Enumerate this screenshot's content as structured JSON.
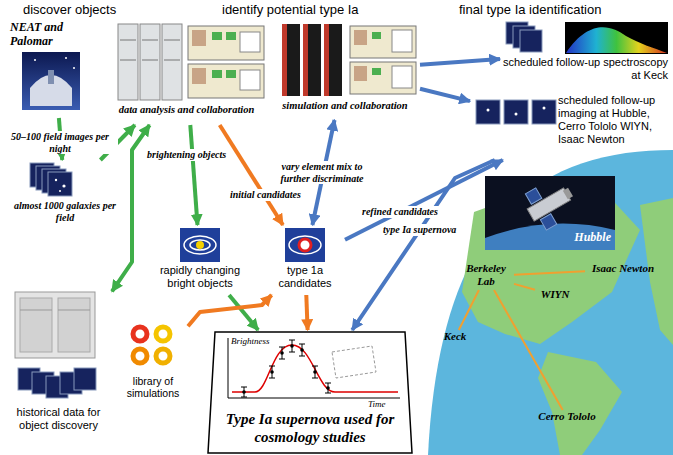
{
  "diagram": {
    "nodes": [
      {
        "text": [
          "NEAT and Palomar"
        ]
      },
      {
        "text": [
          "almost 1000 galaxies per field"
        ]
      },
      {
        "text": [
          "historical data for object discovery"
        ]
      },
      {
        "text": [
          "data analysis and collaboration"
        ]
      },
      {
        "text": [
          "simulation and collaboration"
        ]
      },
      {
        "text": [
          "rapidly changing bright objects"
        ]
      },
      {
        "text": [
          "type 1a candidates"
        ]
      },
      {
        "text": [
          "library of simulations"
        ]
      },
      {
        "text": [
          "Brightness",
          "Time",
          "Type Ia supernova used for cosmology studies"
        ]
      },
      {
        "text": [
          "scheduled follow-up spectroscopy at Keck"
        ]
      },
      {
        "text": [
          "scheduled follow-up imaging at Hubble, Cerro Tololo WIYN, Isaac Newton"
        ]
      },
      {
        "text": [
          "Hubble"
        ]
      },
      {
        "text": [
          "Berkeley Lab"
        ]
      },
      {
        "text": [
          "WIYN"
        ]
      },
      {
        "text": [
          "Isaac Newton"
        ]
      },
      {
        "text": [
          "Keck"
        ]
      },
      {
        "text": [
          "Cerro Tololo"
        ]
      }
    ],
    "edges": [
      {
        "from": 0,
        "to": 1,
        "arrow": "to",
        "label": "50–100 field images per night"
      },
      {
        "from": 1,
        "to": 3,
        "arrow": "to"
      },
      {
        "from": 2,
        "to": 3,
        "arrow": "both"
      },
      {
        "from": 3,
        "to": 5,
        "arrow": "to",
        "label": "brightening objects"
      },
      {
        "from": 3,
        "to": 6,
        "arrow": "to",
        "label": "initial candidates"
      },
      {
        "from": 5,
        "to": 8,
        "arrow": "to"
      },
      {
        "from": 7,
        "to": 6,
        "arrow": "to"
      },
      {
        "from": 6,
        "to": 8,
        "arrow": "to"
      },
      {
        "from": 6,
        "to": 4,
        "arrow": "both",
        "label": "vary element mix to further discriminate"
      },
      {
        "from": 4,
        "to": 9,
        "arrow": "to"
      },
      {
        "from": 4,
        "to": 10,
        "arrow": "to"
      },
      {
        "from": 6,
        "to": 10,
        "arrow": "to",
        "label": "refined candidates"
      },
      {
        "from": 10,
        "to": 8,
        "arrow": "to",
        "label": "type Ia supernova"
      },
      {
        "from": 12,
        "to": 13,
        "arrow": "none"
      },
      {
        "from": 12,
        "to": 14,
        "arrow": "none"
      },
      {
        "from": 12,
        "to": 15,
        "arrow": "none"
      },
      {
        "from": 12,
        "to": 16,
        "arrow": "none"
      }
    ],
    "labels": [
      "discover objects",
      "identify potential type Ia",
      "final type Ia identification"
    ]
  }
}
